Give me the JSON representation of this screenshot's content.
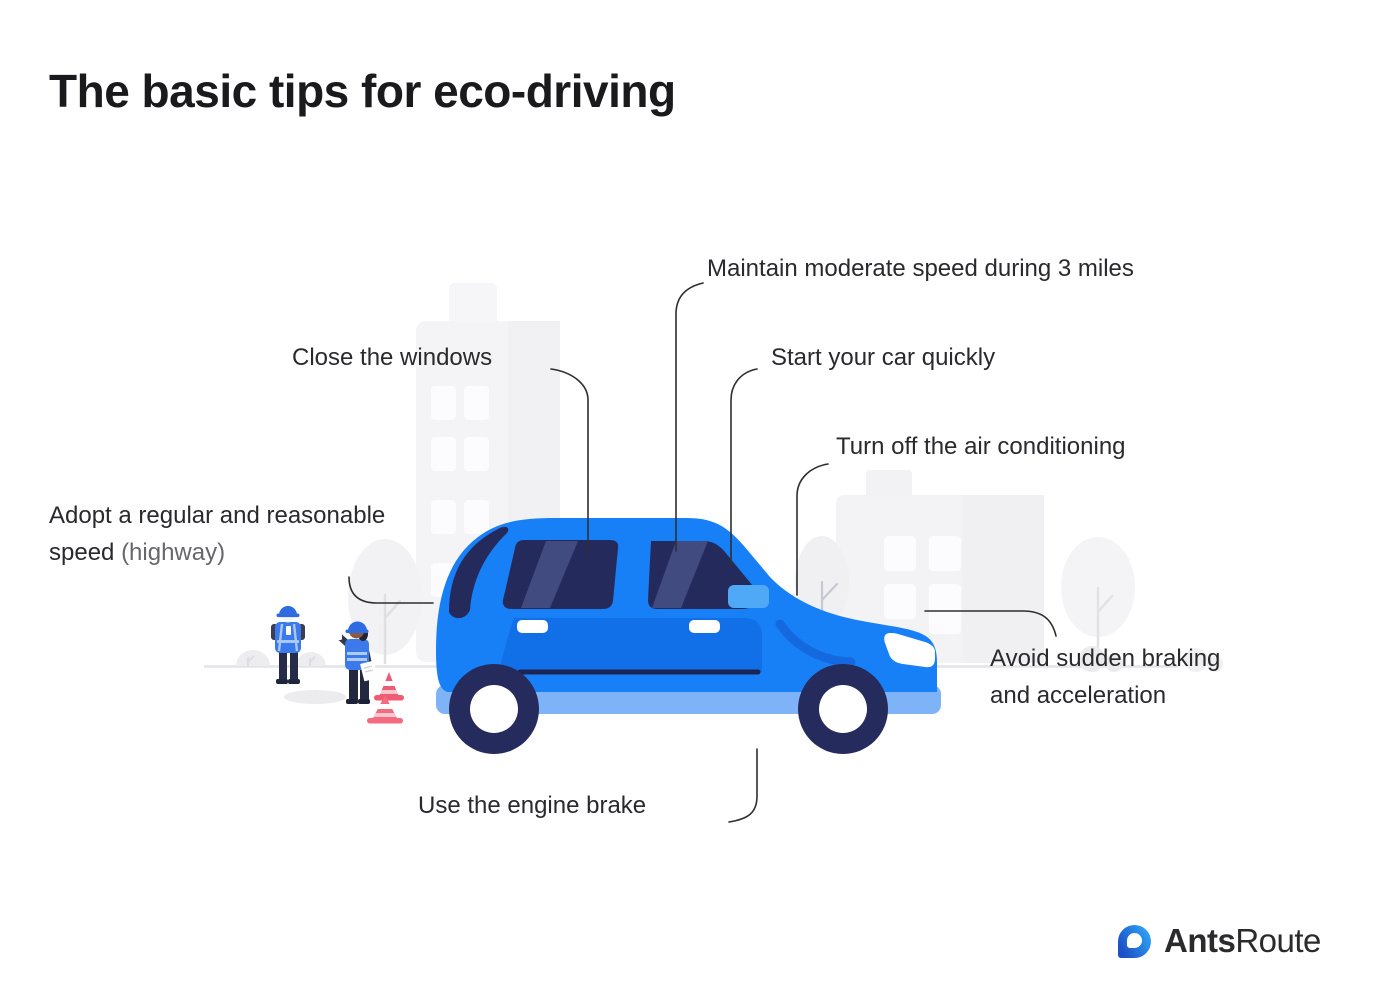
{
  "title": "The basic tips for eco-driving",
  "labels": {
    "maintain_speed": "Maintain moderate speed during 3 miles",
    "close_windows": "Close the windows",
    "start_quickly": "Start your car quickly",
    "turn_off_ac": "Turn off the air conditioning",
    "adopt_line1": "Adopt a regular and reasonable",
    "adopt_line2": "speed",
    "adopt_note": "(highway)",
    "avoid_braking": "Avoid sudden braking\nand acceleration",
    "engine_brake": "Use the engine brake"
  },
  "logo": {
    "brand_bold": "Ants",
    "brand_regular": "Route",
    "icon": "antsroute-pin-icon"
  },
  "colors": {
    "car_body": "#1780F7",
    "car_door_panel": "#116FE8",
    "car_skirt": "#7FB3F8",
    "car_navy": "#242B5C",
    "window_tint_band": "#414B80",
    "vent_blue": "#4FA9F7",
    "cone_red": "#EE5B72",
    "worker_vest_blue": "#3C79EA",
    "helmet_blue": "#2F6AE1",
    "connector_line": "#2e2e30",
    "title_text": "#1a1a1d",
    "label_text": "#2a2a2e",
    "note_text": "#66666c",
    "background_gray": "#f4f4f6",
    "background": "#FFFFFF"
  }
}
